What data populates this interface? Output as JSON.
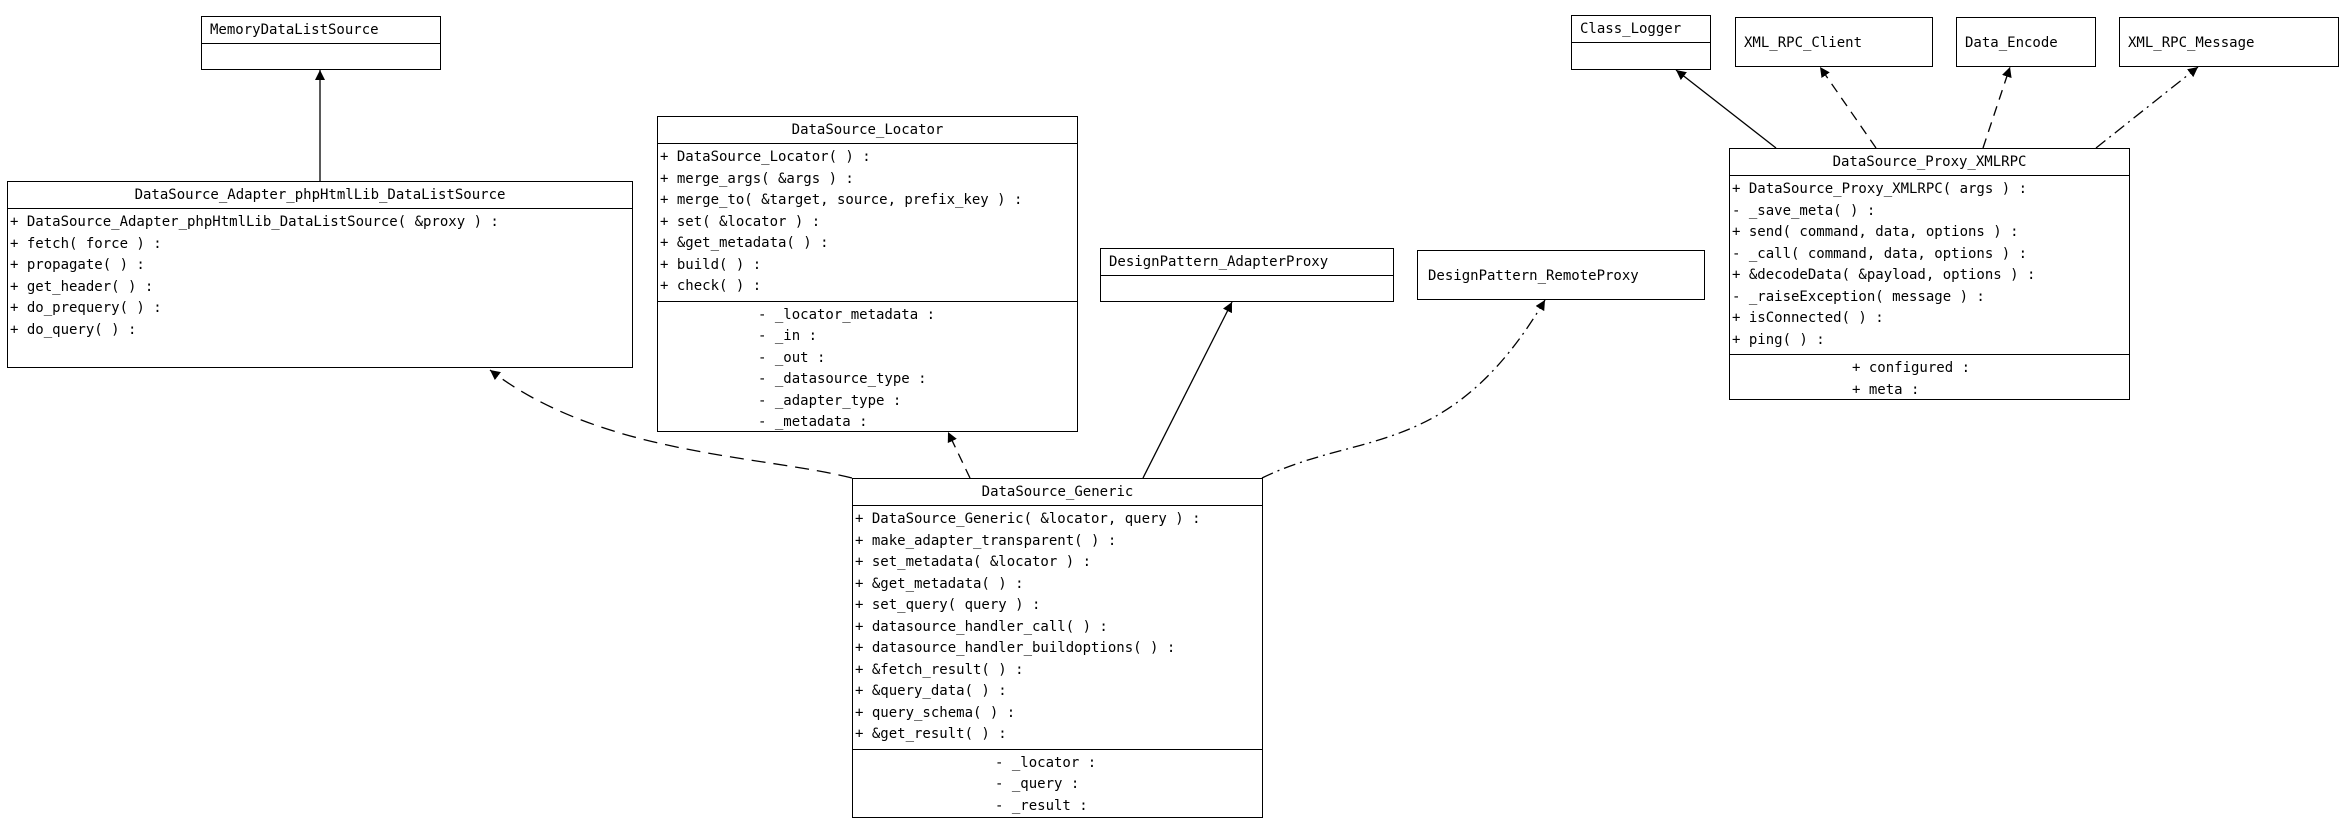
{
  "classes": {
    "memory": {
      "title": "MemoryDataListSource"
    },
    "adapter": {
      "title": "DataSource_Adapter_phpHtmlLib_DataListSource",
      "methods": [
        "+ DataSource_Adapter_phpHtmlLib_DataListSource( &proxy ) :",
        "+ fetch( force ) :",
        "+ propagate( ) :",
        "+ get_header( ) :",
        "+ do_prequery( ) :",
        "+ do_query( ) :"
      ]
    },
    "locator": {
      "title": "DataSource_Locator",
      "methods": [
        "+ DataSource_Locator( ) :",
        "+ merge_args( &args ) :",
        "+ merge_to( &target, source, prefix_key ) :",
        "+ set( &locator ) :",
        "+ &get_metadata( ) :",
        "+ build( ) :",
        "+ check( ) :"
      ],
      "attributes": [
        "- _locator_metadata :",
        "- _in :",
        "- _out :",
        "- _datasource_type :",
        "- _adapter_type :",
        "- _metadata :"
      ]
    },
    "adapterproxy": {
      "title": "DesignPattern_AdapterProxy"
    },
    "remoteproxy": {
      "title": "DesignPattern_RemoteProxy"
    },
    "logger": {
      "title": "Class_Logger"
    },
    "xmlrpcclient": {
      "title": "XML_RPC_Client"
    },
    "dataencode": {
      "title": "Data_Encode"
    },
    "xmlrpcmessage": {
      "title": "XML_RPC_Message"
    },
    "proxyxmlrpc": {
      "title": "DataSource_Proxy_XMLRPC",
      "methods": [
        "+ DataSource_Proxy_XMLRPC( args ) :",
        "- _save_meta( ) :",
        "+ send( command, data, options ) :",
        "- _call( command, data, options ) :",
        "+ &decodeData( &payload, options ) :",
        "- _raiseException( message ) :",
        "+ isConnected( ) :",
        "+ ping( ) :"
      ],
      "attributes": [
        "+ configured :",
        "+ meta :"
      ]
    },
    "generic": {
      "title": "DataSource_Generic",
      "methods": [
        "+ DataSource_Generic( &locator, query ) :",
        "+ make_adapter_transparent( ) :",
        "+ set_metadata( &locator ) :",
        "+ &get_metadata( ) :",
        "+ set_query( query ) :",
        "+ datasource_handler_call( ) :",
        "+ datasource_handler_buildoptions( ) :",
        "+ &fetch_result( ) :",
        "+ &query_data( ) :",
        "+ query_schema( ) :",
        "+ &get_result( ) :"
      ],
      "attributes": [
        "- _locator :",
        "- _query :",
        "- _result :"
      ]
    }
  }
}
